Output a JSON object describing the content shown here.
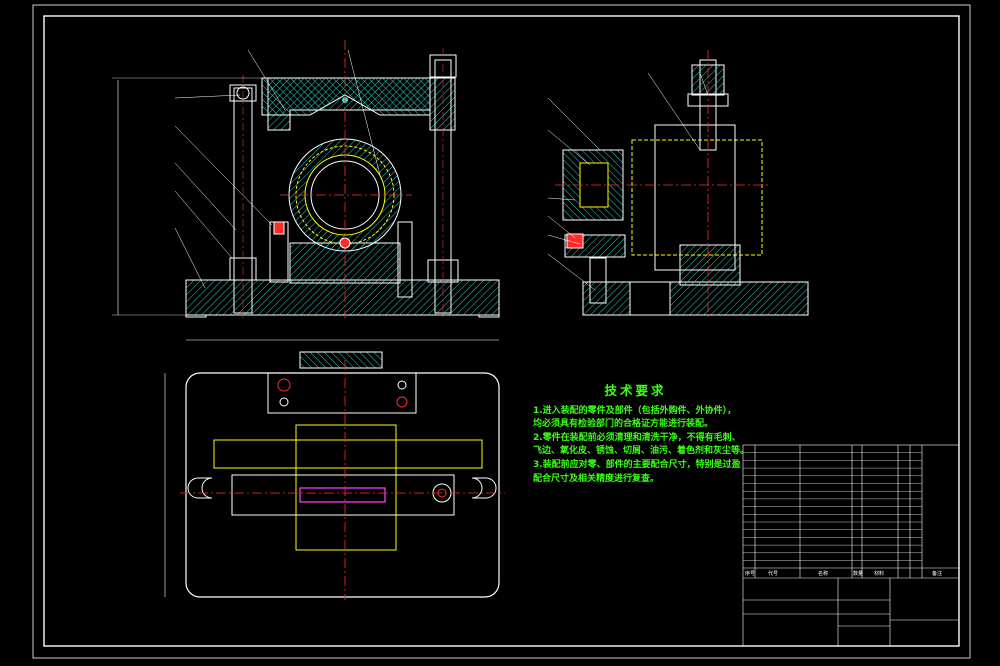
{
  "technical_requirements": {
    "title": "技术要求",
    "lines": [
      "1.进入装配的零件及部件（包括外购件、外协件），",
      "均必须具有检验部门的合格证方能进行装配。",
      "2.零件在装配前必须清理和清洗干净，不得有毛刺、",
      "飞边、氧化皮、锈蚀、切屑、油污、着色剂和灰尘等。",
      "3.装配前应对零、部件的主要配合尺寸，特别是过盈",
      "配合尺寸及相关精度进行复查。"
    ]
  },
  "title_block": {
    "header": {
      "seq": "序号",
      "code": "代号",
      "name": "名称",
      "qty": "数量",
      "material": "材料",
      "note": "备注"
    }
  },
  "colors": {
    "background": "#000000",
    "frame": "#ffffff",
    "outline": "#ffffff",
    "hatch": "#2fe0d4",
    "centerline": "#ff2a2a",
    "hidden": "#ffff00",
    "text": "#39ff14",
    "highlight": "#ff44ff"
  }
}
